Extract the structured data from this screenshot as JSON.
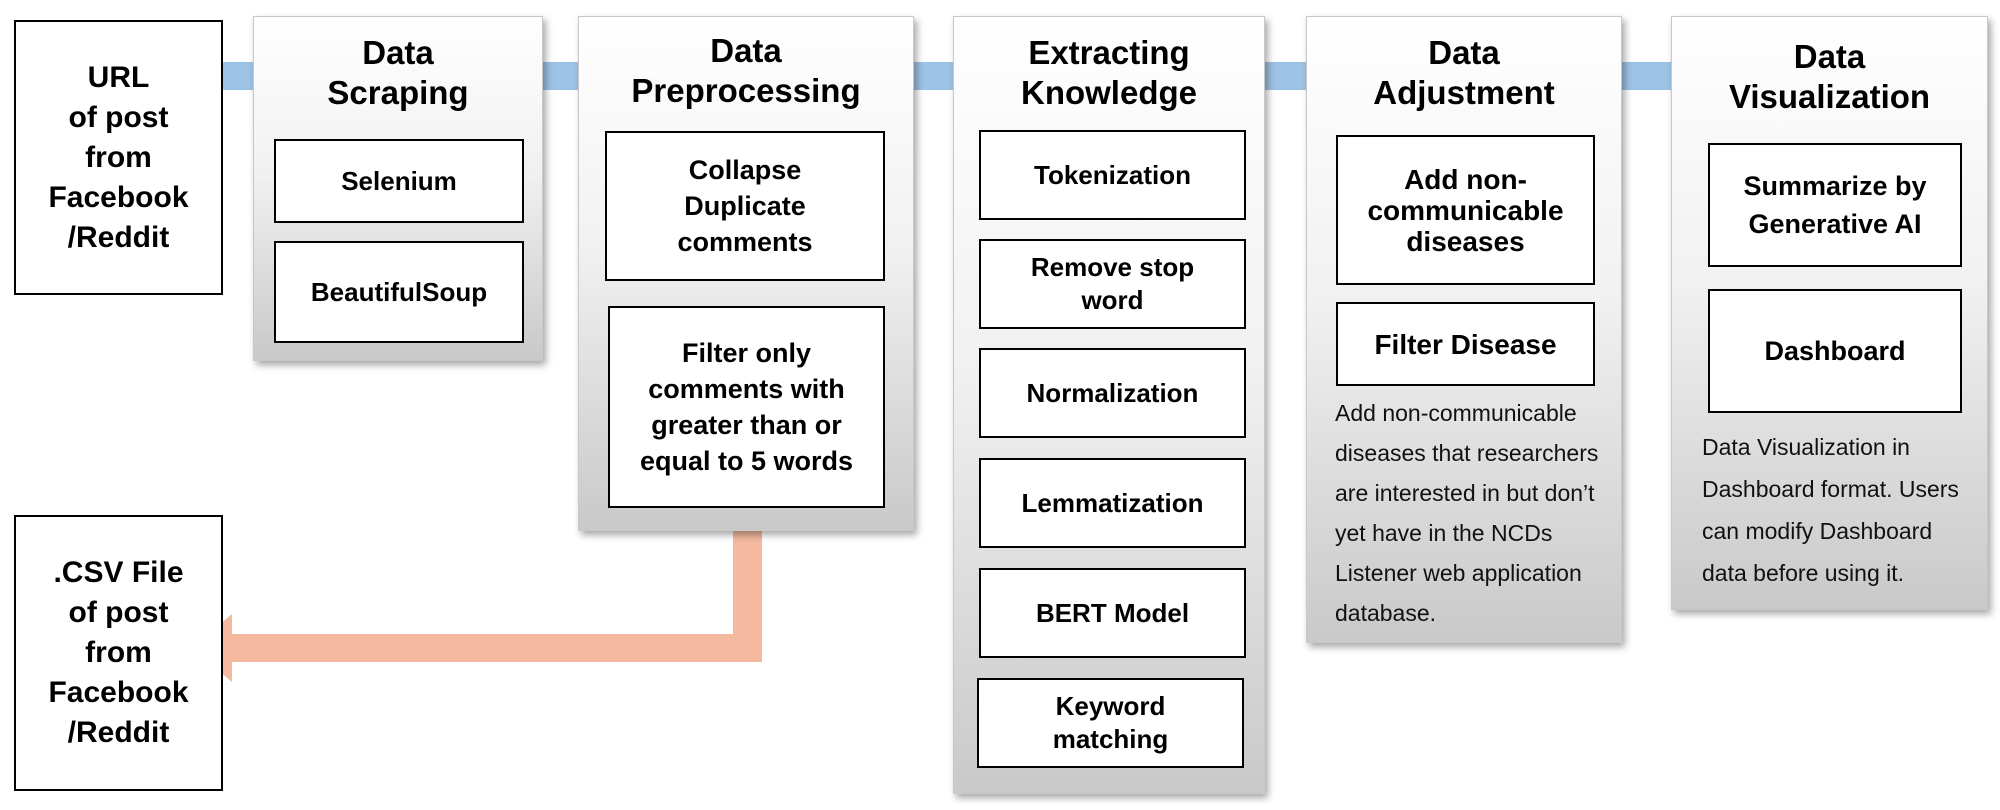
{
  "input": {
    "label": "URL\nof post\nfrom\nFacebook\n/Reddit"
  },
  "output": {
    "label": ".CSV File\nof post\nfrom\nFacebook\n/Reddit"
  },
  "stages": [
    {
      "title": "Data\nScraping",
      "steps": [
        "Selenium",
        "BeautifulSoup"
      ]
    },
    {
      "title": "Data\nPreprocessing",
      "steps": [
        "Collapse\nDuplicate\ncomments",
        "Filter only\ncomments with\ngreater than or\nequal to 5 words"
      ]
    },
    {
      "title": "Extracting\nKnowledge",
      "steps": [
        "Tokenization",
        "Remove stop\nword",
        "Normalization",
        "Lemmatization",
        "BERT Model",
        "Keyword\nmatching"
      ]
    },
    {
      "title": "Data\nAdjustment",
      "steps": [
        "Add non-\ncommunicable\ndiseases",
        "Filter Disease"
      ],
      "note": "Add non-communicable diseases that researchers are interested in but don’t yet have in the NCDs Listener web application database."
    },
    {
      "title": "Data\nVisualization",
      "steps": [
        "Summarize by\nGenerative AI",
        "Dashboard"
      ],
      "note": "Data Visualization in Dashboard format. Users can modify Dashboard data before using it."
    }
  ],
  "colors": {
    "flow_arrow": "#9dc3e6",
    "output_arrow": "#f4b99e"
  }
}
